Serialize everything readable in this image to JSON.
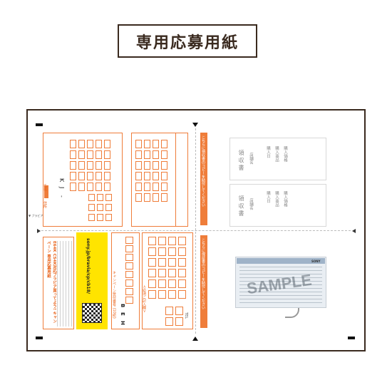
{
  "title": "専用応募用紙",
  "form": {
    "campaign_heading": "E64K CS4K对応ブラビア買ってよう! キャンペーン 専用応募用紙",
    "url": "sony.jp/bravia/cp/cb18/",
    "serial_label": "キャンペーン受付番号 (10桁)",
    "serial_prefix": [
      "H",
      "E",
      "B"
    ],
    "required_label": "<必須ご記入欄>",
    "name_label": "氏名",
    "name_chars": [
      "K",
      "J",
      "-"
    ],
    "address_label": "住所",
    "tel_label": "TEL",
    "receipt_label": "領 収 書",
    "store_label": "店舗名",
    "purchase_date_label": "購入日",
    "product_label": "購入商品",
    "price_label": "購入価格",
    "right_band_top": "こちらに領収書のコピーを貼付してください",
    "right_band_bottom": "こちらに保証書のコピーを貼付してください",
    "sample_watermark": "SAMPLE",
    "brand": "SONY",
    "fold_label": "▼ ブラビア"
  }
}
